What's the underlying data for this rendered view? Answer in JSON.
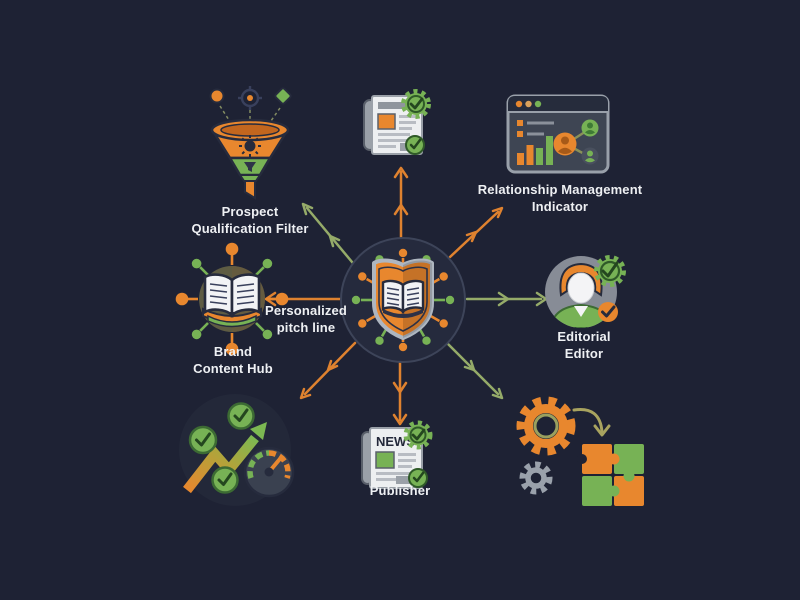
{
  "colors": {
    "background": "#1e2234",
    "orange": "#e8872e",
    "green": "#77b255",
    "arrow_orange": "#df822f",
    "arrow_green": "#95ab69",
    "text": "#eef0f3"
  },
  "center_hub": {
    "icon": "shield-book-icon"
  },
  "edges": {
    "pitch_label": "Personalized\npitch line"
  },
  "nodes": {
    "prospect_filter": {
      "icon": "funnel-icon",
      "label": "Prospect\nQualification Filter"
    },
    "approved_article": {
      "icon": "newspaper-approved-icon"
    },
    "relationship_indicator": {
      "icon": "analytics-window-icon",
      "label": "Relationship Management\nIndicator"
    },
    "brand_content_hub": {
      "icon": "book-network-icon",
      "label": "Brand\nContent Hub"
    },
    "editorial_editor": {
      "icon": "editor-avatar-icon",
      "label": "Editorial\nEditor"
    },
    "growth_metrics": {
      "icon": "growth-chart-icon"
    },
    "publisher": {
      "icon": "news-paper-icon",
      "label": "Publisher",
      "headline": "NEWS"
    },
    "integration": {
      "icon": "gears-puzzle-icon"
    }
  }
}
